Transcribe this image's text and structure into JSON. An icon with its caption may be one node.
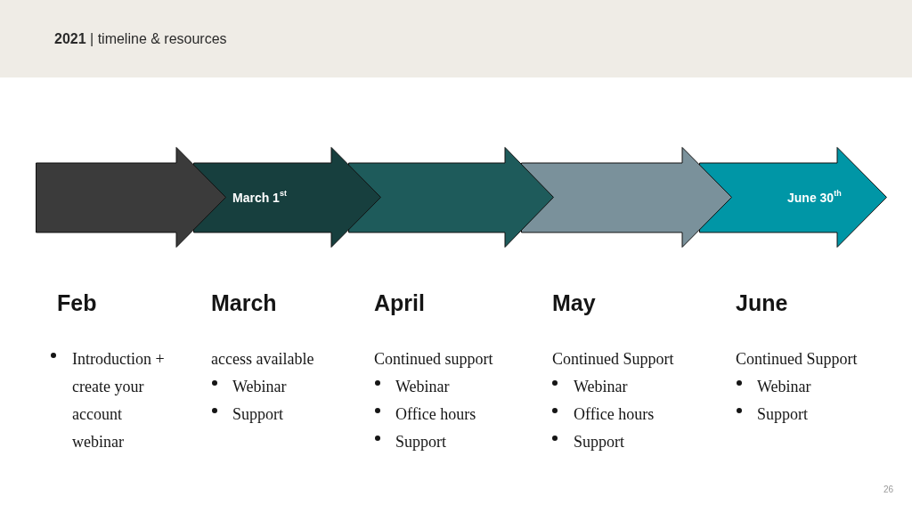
{
  "diagram": {
    "title": "**2021** | timeline & resources",
    "nodes": [
      {
        "text": [],
        "shape": "arrow"
      },
      {
        "text": [
          "March 1$^{st}$"
        ]
      },
      {
        "text": [],
        "shape": "arrow"
      },
      {
        "text": [],
        "shape": "arrow"
      },
      {
        "text": [
          "June 30$^{th}$"
        ]
      }
    ],
    "labels": [
      "Feb",
      "Introduction + create your account webinar",
      "March",
      "access available",
      "Webinar",
      "Support",
      "April",
      "Continued support",
      "Webinar",
      "Office hours",
      "Support",
      "May",
      "Continued Support",
      "Webinar",
      "Office hours",
      "Support",
      "June",
      "Continued Support",
      "Webinar",
      "Support",
      "26"
    ]
  }
}
